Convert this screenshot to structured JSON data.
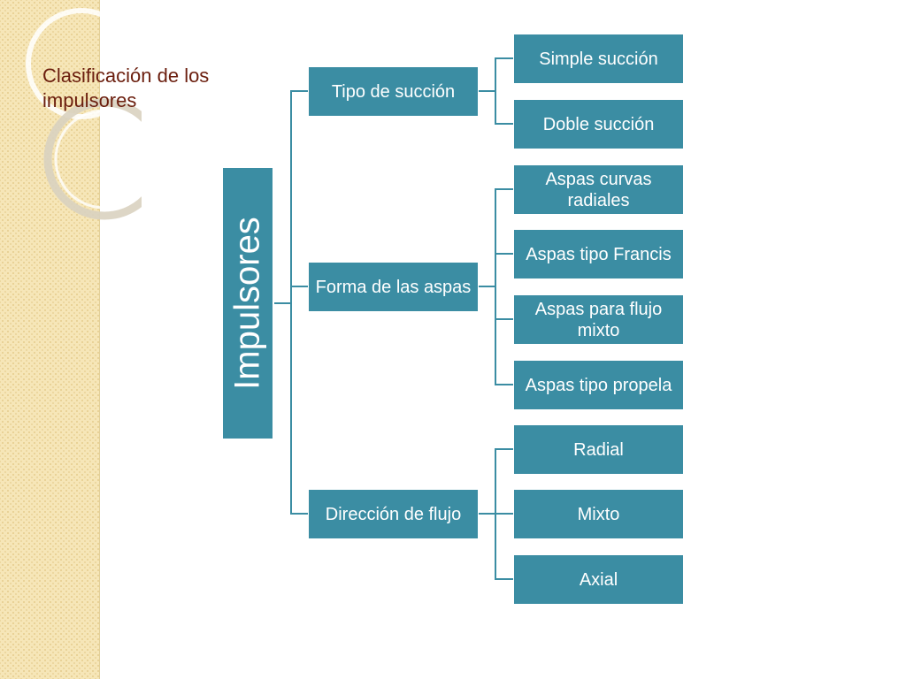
{
  "title": "Clasificación de los impulsores",
  "colors": {
    "node": "#3b8da3",
    "title": "#6b1e0e",
    "strip": "#f6e6b8",
    "connector": "#3b8da3"
  },
  "diagram": {
    "root": "Impulsores",
    "groups": [
      {
        "label": "Tipo de succión",
        "children": [
          "Simple succión",
          "Doble succión"
        ]
      },
      {
        "label": "Forma de las aspas",
        "children": [
          "Aspas curvas radiales",
          "Aspas tipo Francis",
          "Aspas para flujo mixto",
          "Aspas tipo propela"
        ]
      },
      {
        "label": "Dirección de flujo",
        "children": [
          "Radial",
          "Mixto",
          "Axial"
        ]
      }
    ]
  }
}
